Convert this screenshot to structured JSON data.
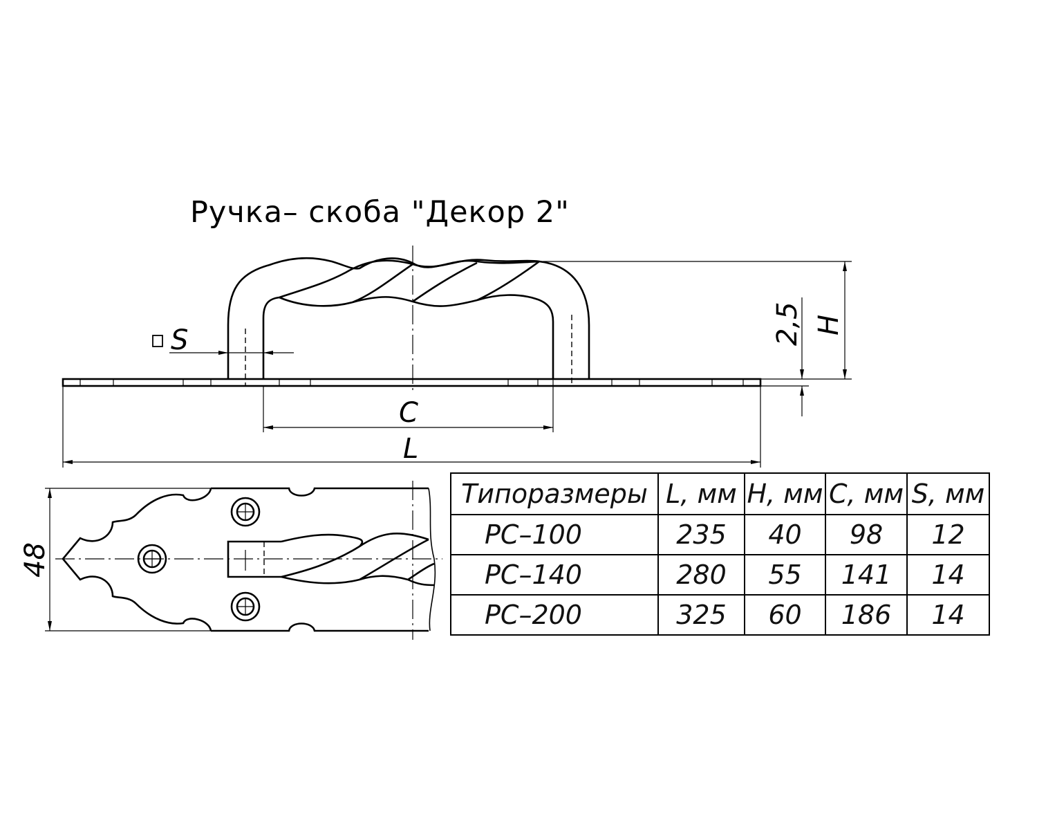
{
  "title": "Ручка– скоба \"Декор 2\"",
  "dimension_labels": {
    "S": "S",
    "H": "H",
    "thickness": "2,5",
    "C": "C",
    "L": "L",
    "width": "48"
  },
  "table": {
    "headers": [
      "Типоразмеры",
      "L, мм",
      "H, мм",
      "C, мм",
      "S, мм"
    ],
    "rows": [
      [
        "РС–100",
        "235",
        "40",
        "98",
        "12"
      ],
      [
        "РС–140",
        "280",
        "55",
        "141",
        "14"
      ],
      [
        "РС–200",
        "325",
        "60",
        "186",
        "14"
      ]
    ]
  }
}
